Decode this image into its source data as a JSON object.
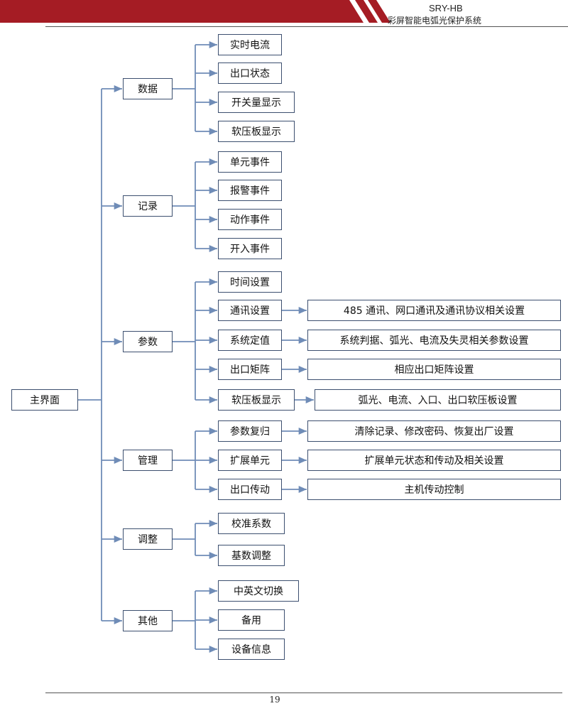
{
  "header": {
    "model": "SRY-HB",
    "subtitle": "彩屏智能电弧光保护系统",
    "accent_color": "#a51c24"
  },
  "diagram": {
    "root": "主界面",
    "groups": [
      {
        "label": "数据",
        "items": [
          {
            "label": "实时电流"
          },
          {
            "label": "出口状态"
          },
          {
            "label": "开关量显示"
          },
          {
            "label": "软压板显示"
          }
        ]
      },
      {
        "label": "记录",
        "items": [
          {
            "label": "单元事件"
          },
          {
            "label": "报警事件"
          },
          {
            "label": "动作事件"
          },
          {
            "label": "开入事件"
          }
        ]
      },
      {
        "label": "参数",
        "items": [
          {
            "label": "时间设置"
          },
          {
            "label": "通讯设置",
            "detail": "485 通讯、网口通讯及通讯协议相关设置"
          },
          {
            "label": "系统定值",
            "detail": "系统判据、弧光、电流及失灵相关参数设置"
          },
          {
            "label": "出口矩阵",
            "detail": "相应出口矩阵设置"
          },
          {
            "label": "软压板显示",
            "detail": "弧光、电流、入口、出口软压板设置"
          }
        ]
      },
      {
        "label": "管理",
        "items": [
          {
            "label": "参数复归",
            "detail": "清除记录、修改密码、恢复出厂设置"
          },
          {
            "label": "扩展单元",
            "detail": "扩展单元状态和传动及相关设置"
          },
          {
            "label": "出口传动",
            "detail": "主机传动控制"
          }
        ]
      },
      {
        "label": "调整",
        "items": [
          {
            "label": "校准系数"
          },
          {
            "label": "基数调整"
          }
        ]
      },
      {
        "label": "其他",
        "items": [
          {
            "label": "中英文切换"
          },
          {
            "label": "备用"
          },
          {
            "label": "设备信息"
          }
        ]
      }
    ]
  },
  "footer": {
    "page_number": "19"
  }
}
